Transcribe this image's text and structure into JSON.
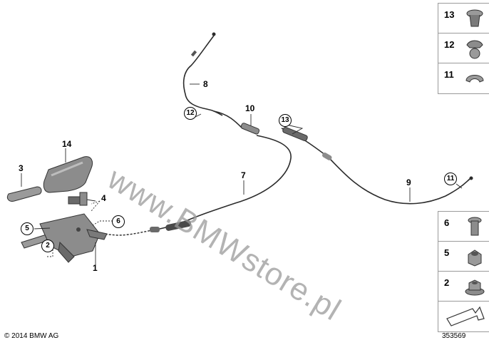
{
  "watermark": "www.BMWstore.pl",
  "callouts": {
    "c1": "1",
    "c2": "2",
    "c3": "3",
    "c4": "4",
    "c5": "5",
    "c6": "6",
    "c7": "7",
    "c8": "8",
    "c9": "9",
    "c10": "10",
    "c11": "11",
    "c12": "12",
    "c13": "13",
    "c14": "14"
  },
  "legend_top": [
    "13",
    "12",
    "11"
  ],
  "legend_bottom": [
    "6",
    "5",
    "2"
  ],
  "footer": {
    "copyright": "© 2014 BMW AG",
    "drawing_number": "353569"
  },
  "colors": {
    "line": "#2b2b2b",
    "part_fill": "#8c8c8c",
    "part_dark": "#4a4a4a",
    "watermark": "#9a9a9a"
  }
}
